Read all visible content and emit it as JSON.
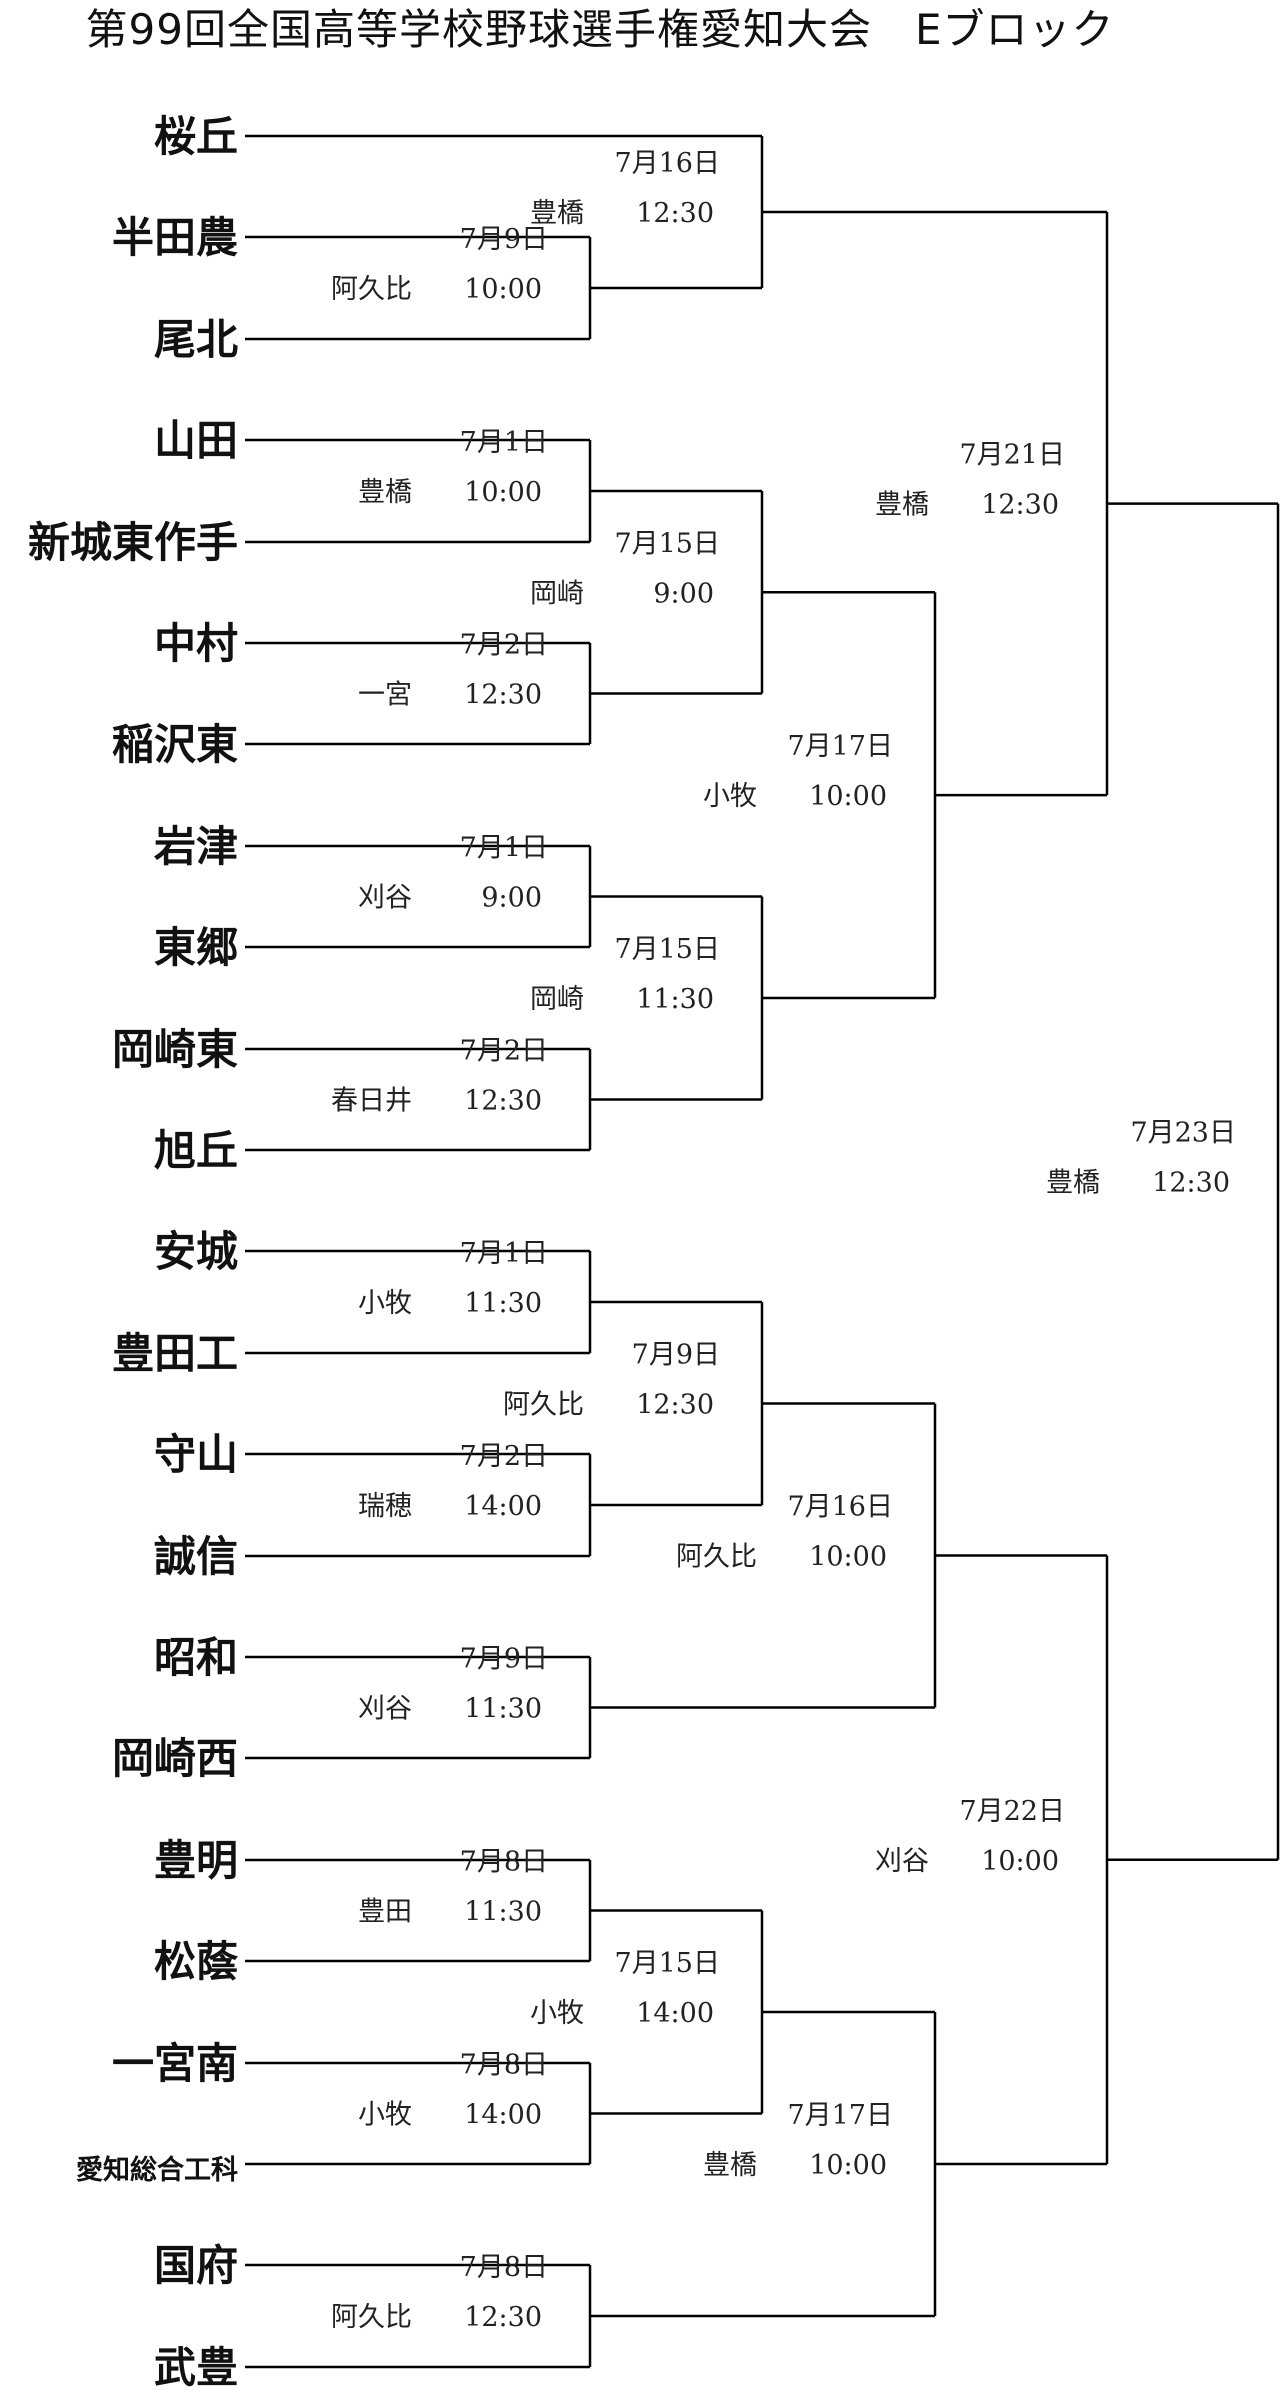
{
  "title": "第99回全国高等学校野球選手権愛知大会　Eブロック",
  "teams": [
    "桜丘",
    "半田農",
    "尾北",
    "山田",
    "新城東作手",
    "中村",
    "稲沢東",
    "岩津",
    "東郷",
    "岡崎東",
    "旭丘",
    "安城",
    "豊田工",
    "守山",
    "誠信",
    "昭和",
    "岡崎西",
    "豊明",
    "松蔭",
    "一宮南",
    "愛知総合工科",
    "国府",
    "武豊"
  ],
  "games": [
    {
      "id": "g1",
      "date": "7月9日",
      "venue": "阿久比",
      "time": "10:00"
    },
    {
      "id": "g2",
      "date": "7月1日",
      "venue": "豊橋",
      "time": "10:00"
    },
    {
      "id": "g3",
      "date": "7月2日",
      "venue": "一宮",
      "time": "12:30"
    },
    {
      "id": "g4",
      "date": "7月1日",
      "venue": "刈谷",
      "time": "9:00"
    },
    {
      "id": "g5",
      "date": "7月2日",
      "venue": "春日井",
      "time": "12:30"
    },
    {
      "id": "g6",
      "date": "7月1日",
      "venue": "小牧",
      "time": "11:30"
    },
    {
      "id": "g7",
      "date": "7月2日",
      "venue": "瑞穂",
      "time": "14:00"
    },
    {
      "id": "g8",
      "date": "7月9日",
      "venue": "刈谷",
      "time": "11:30"
    },
    {
      "id": "g9",
      "date": "7月8日",
      "venue": "豊田",
      "time": "11:30"
    },
    {
      "id": "g10",
      "date": "7月8日",
      "venue": "小牧",
      "time": "14:00"
    },
    {
      "id": "g11",
      "date": "7月8日",
      "venue": "阿久比",
      "time": "12:30"
    },
    {
      "id": "g12",
      "date": "7月16日",
      "venue": "豊橋",
      "time": "12:30"
    },
    {
      "id": "g13",
      "date": "7月15日",
      "venue": "岡崎",
      "time": "9:00"
    },
    {
      "id": "g14",
      "date": "7月15日",
      "venue": "岡崎",
      "time": "11:30"
    },
    {
      "id": "g15",
      "date": "7月9日",
      "venue": "阿久比",
      "time": "12:30"
    },
    {
      "id": "g16",
      "date": "7月15日",
      "venue": "小牧",
      "time": "14:00"
    },
    {
      "id": "g17",
      "date": "7月17日",
      "venue": "小牧",
      "time": "10:00"
    },
    {
      "id": "g18",
      "date": "7月16日",
      "venue": "阿久比",
      "time": "10:00"
    },
    {
      "id": "g19",
      "date": "7月17日",
      "venue": "豊橋",
      "time": "10:00"
    },
    {
      "id": "g20",
      "date": "7月21日",
      "venue": "豊橋",
      "time": "12:30"
    },
    {
      "id": "g21",
      "date": "7月22日",
      "venue": "刈谷",
      "time": "10:00"
    },
    {
      "id": "g22",
      "date": "7月23日",
      "venue": "豊橋",
      "time": "12:30"
    }
  ]
}
